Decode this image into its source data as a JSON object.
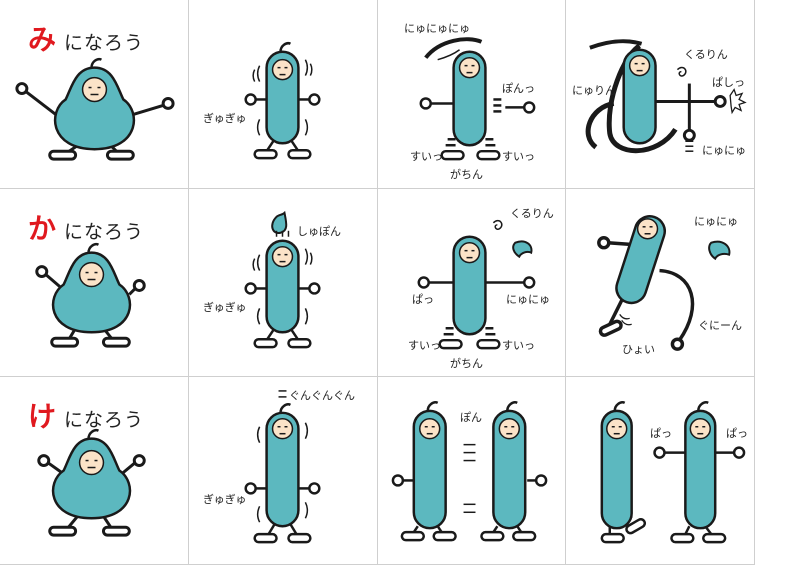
{
  "colors": {
    "body": "#5cb8bf",
    "outline": "#1a1a1a",
    "face": "#fbe3c8",
    "accent": "#e0191f"
  },
  "rows": [
    {
      "char": "み",
      "suffix": "になろう",
      "labels": {
        "c2": [
          "ぎゅぎゅ"
        ],
        "c3": [
          "にゅにゅにゅ",
          "ぽんっ",
          "すいっ",
          "すいっ",
          "がちん"
        ],
        "c4": [
          "くるりん",
          "にゅりん",
          "ぱしっ",
          "にゅにゅ"
        ]
      }
    },
    {
      "char": "か",
      "suffix": "になろう",
      "labels": {
        "c2": [
          "しゅぽん",
          "ぎゅぎゅ"
        ],
        "c3": [
          "くるりん",
          "ぱっ",
          "にゅにゅ",
          "すいっ",
          "すいっ",
          "がちん"
        ],
        "c4": [
          "にゅにゅ",
          "ぐにーん",
          "ひょい"
        ]
      }
    },
    {
      "char": "け",
      "suffix": "になろう",
      "labels": {
        "c2": [
          "ぐんぐんぐん",
          "ぎゅぎゅ"
        ],
        "c3": [
          "ぽん"
        ],
        "c4": [
          "ぱっ",
          "ぱっ"
        ]
      }
    }
  ]
}
